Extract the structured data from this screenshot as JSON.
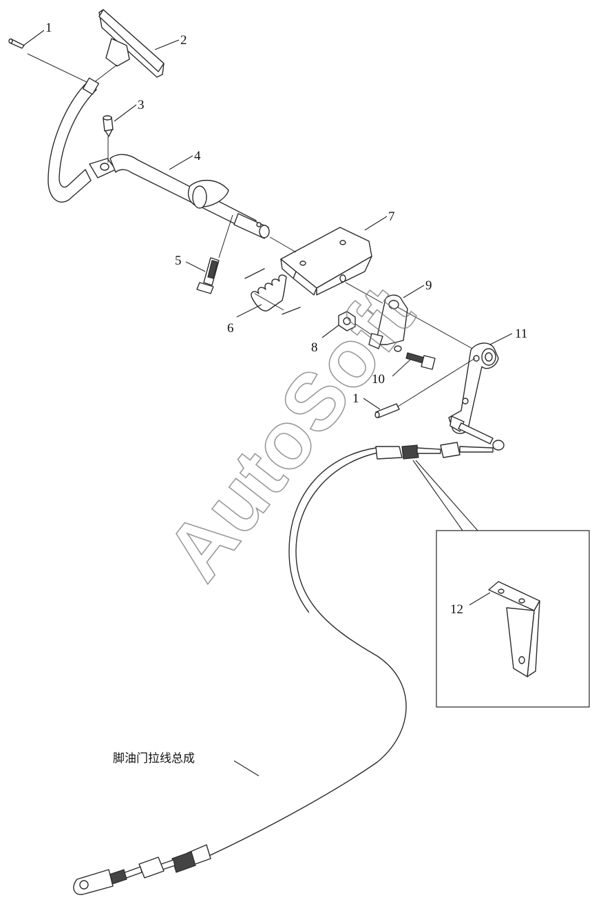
{
  "callouts": {
    "c1a": "1",
    "c2": "2",
    "c3": "3",
    "c4": "4",
    "c5": "5",
    "c6": "6",
    "c7": "7",
    "c8": "8",
    "c9": "9",
    "c10": "10",
    "c11": "11",
    "c1b": "1",
    "c12": "12"
  },
  "cable_label": "脚油门拉线总成",
  "watermark": "AutoSoft"
}
